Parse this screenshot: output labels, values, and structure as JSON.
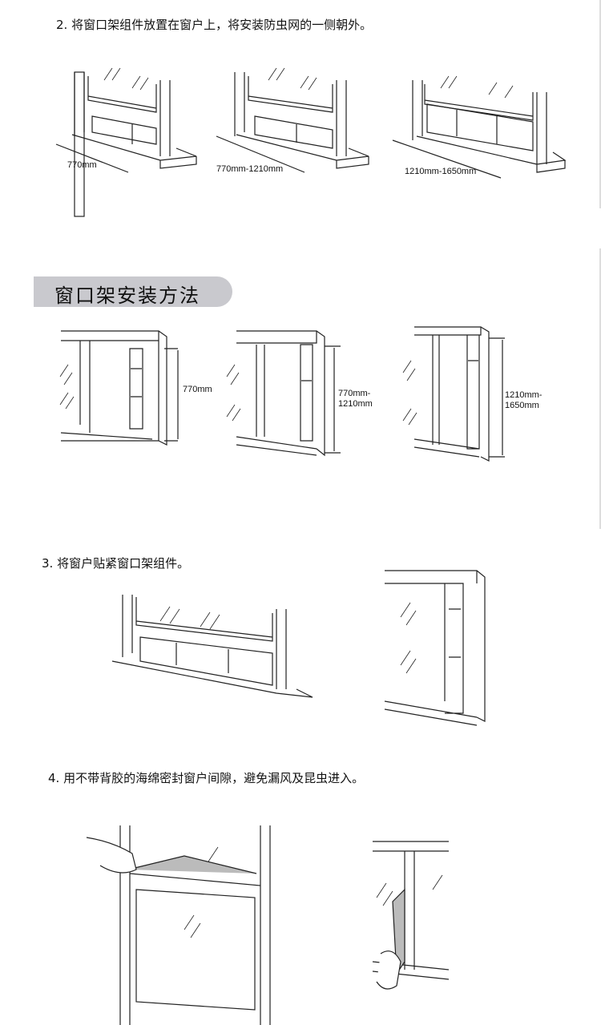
{
  "step2": {
    "text": "2. 将窗口架组件放置在窗户上，将安装防虫网的一侧朝外。",
    "dims": [
      "770mm",
      "770mm-1210mm",
      "1210mm-1650mm"
    ]
  },
  "section": {
    "title": "窗口架安装方法",
    "dims": [
      {
        "l1": "770mm",
        "l2": ""
      },
      {
        "l1": "770mm-",
        "l2": "1210mm"
      },
      {
        "l1": "1210mm-",
        "l2": "1650mm"
      }
    ]
  },
  "step3": {
    "text": "3. 将窗户贴紧窗口架组件。"
  },
  "step4": {
    "text": "4. 用不带背胶的海绵密封窗户间隙，避免漏风及昆虫进入。"
  }
}
